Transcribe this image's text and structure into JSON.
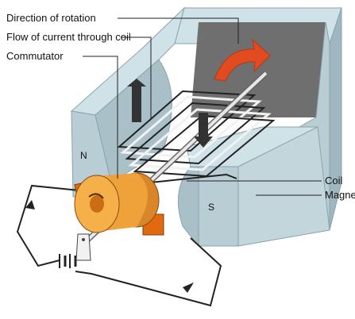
{
  "labels": {
    "direction_of_rotation": "Direction of rotation",
    "flow_of_current": "Flow of current through coil",
    "commutator": "Commutator",
    "coil": "Coil",
    "magnet": "Magnet"
  },
  "poles": {
    "north": "N",
    "south": "S"
  },
  "colors": {
    "magnet_front": "#b9cdd4",
    "magnet_top": "#cfe2e8",
    "magnet_side": "#9fb7c0",
    "gap_dark": "#6f6f6f",
    "commutator": "#f0a23a",
    "brush": "#e06a10",
    "rotation_arrow": "#e24a20",
    "wire": "#222222"
  }
}
